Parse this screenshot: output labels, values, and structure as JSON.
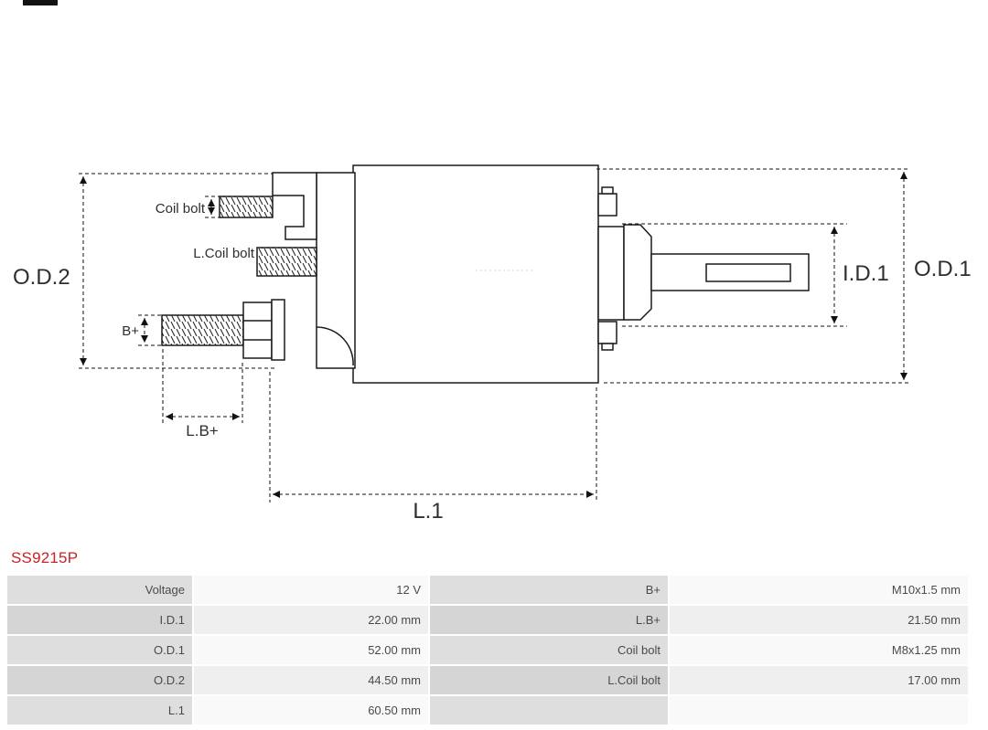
{
  "page": {
    "product_code": "SS9215P",
    "accent_color": "#cb2127"
  },
  "diagram": {
    "labels": {
      "od2": "O.D.2",
      "od1": "O.D.1",
      "id1": "I.D.1",
      "l1": "L.1",
      "lb_plus": "L.B+",
      "b_plus": "B+",
      "coil_bolt": "Coil bolt",
      "l_coil_bolt": "L.Coil bolt"
    }
  },
  "table": {
    "rows": [
      {
        "c1": "Voltage",
        "c2": "12 V",
        "c3": "B+",
        "c4": "M10x1.5 mm"
      },
      {
        "c1": "I.D.1",
        "c2": "22.00 mm",
        "c3": "L.B+",
        "c4": "21.50 mm"
      },
      {
        "c1": "O.D.1",
        "c2": "52.00 mm",
        "c3": "Coil bolt",
        "c4": "M8x1.25 mm"
      },
      {
        "c1": "O.D.2",
        "c2": "44.50 mm",
        "c3": "L.Coil bolt",
        "c4": "17.00 mm"
      },
      {
        "c1": "L.1",
        "c2": "60.50 mm",
        "c3": "",
        "c4": ""
      }
    ]
  }
}
